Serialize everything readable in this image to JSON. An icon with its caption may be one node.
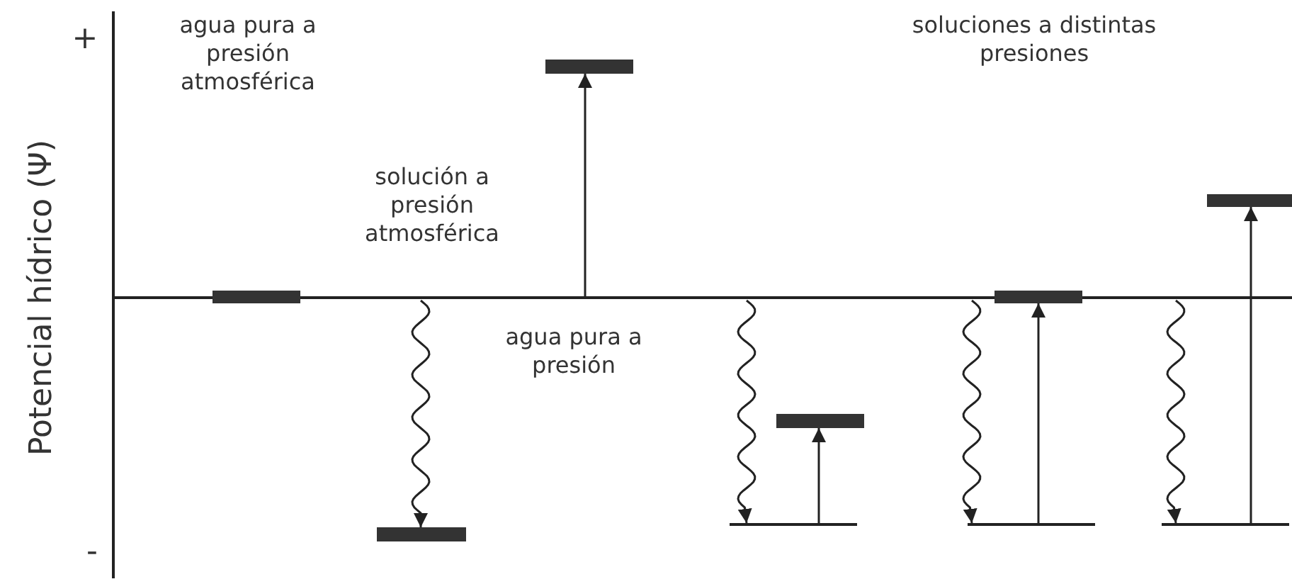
{
  "diagram": {
    "nodes": [
      {
        "text": [],
        "shape": "bar"
      },
      {
        "text": [],
        "shape": "bar"
      },
      {
        "text": [],
        "shape": "bar"
      },
      {
        "text": [],
        "shape": "line"
      },
      {
        "text": [],
        "shape": "bar"
      },
      {
        "text": [],
        "shape": "line"
      },
      {
        "text": [],
        "shape": "bar"
      },
      {
        "text": [],
        "shape": "line"
      },
      {
        "text": [],
        "shape": "bar"
      }
    ],
    "edges": [
      {
        "from": null,
        "to": 1,
        "arrow": "to"
      },
      {
        "from": null,
        "to": 2,
        "arrow": "to"
      },
      {
        "from": null,
        "to": 3,
        "arrow": "to"
      },
      {
        "from": 3,
        "to": 4,
        "arrow": "to"
      },
      {
        "from": null,
        "to": 5,
        "arrow": "to"
      },
      {
        "from": 5,
        "to": 6,
        "arrow": "to"
      },
      {
        "from": null,
        "to": 7,
        "arrow": "to"
      },
      {
        "from": 7,
        "to": 8,
        "arrow": "to"
      }
    ],
    "labels": [
      "+",
      "agua pura a presión atmosférica",
      "soluciones a distintas presiones",
      "solución a presión atmosférica",
      "agua pura a presión",
      "Potencial hídrico (Ψ)",
      "-"
    ]
  }
}
